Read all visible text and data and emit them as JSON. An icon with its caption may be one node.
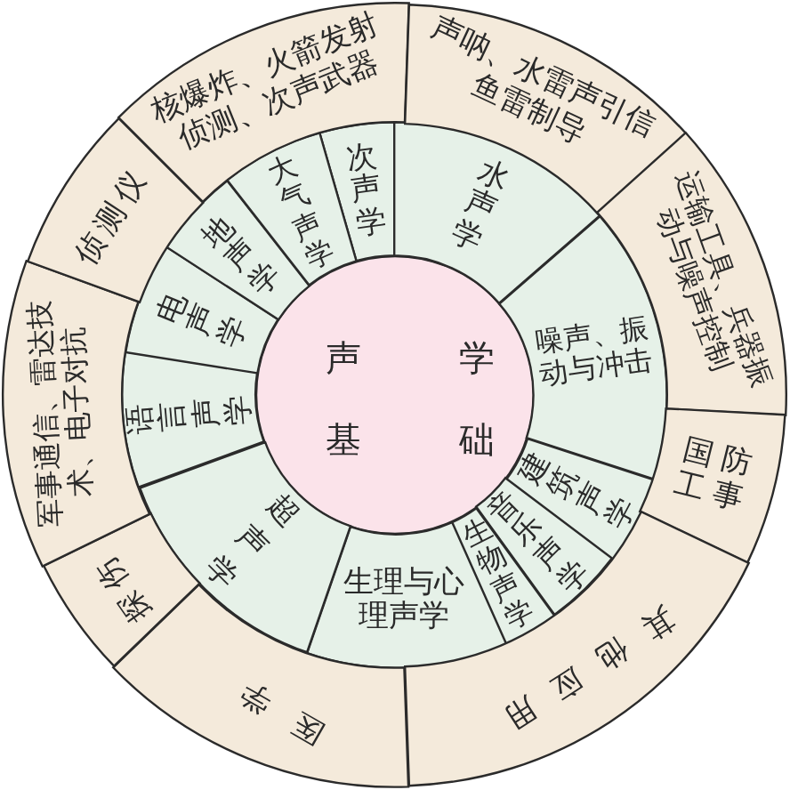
{
  "diagram": {
    "nodes": [
      {
        "text": [
          "声学基础"
        ]
      },
      {
        "text": [
          "次声学"
        ]
      },
      {
        "text": [
          "水声学"
        ]
      },
      {
        "text": [
          "噪声、振动与冲击"
        ]
      },
      {
        "text": [
          "建筑声学"
        ]
      },
      {
        "text": [
          "音乐声学"
        ]
      },
      {
        "text": [
          "生物声学"
        ]
      },
      {
        "text": [
          "生理与心理声学"
        ]
      },
      {
        "text": [
          "超声学"
        ]
      },
      {
        "text": [
          "语言声学"
        ]
      },
      {
        "text": [
          "电声学"
        ]
      },
      {
        "text": [
          "地声学"
        ]
      },
      {
        "text": [
          "大气声学"
        ]
      },
      {
        "text": [
          "核爆炸、火箭发射侦测、次声武器"
        ]
      },
      {
        "text": [
          "声呐、水雷声引信鱼雷制导"
        ]
      },
      {
        "text": [
          "运输工具、兵器振动与噪声控制"
        ]
      },
      {
        "text": [
          "国防工事"
        ]
      },
      {
        "text": [
          "其他应用"
        ]
      },
      {
        "text": [
          "医学"
        ]
      },
      {
        "text": [
          "探伤"
        ]
      },
      {
        "text": [
          "军事通信、雷达技术、电子对抗"
        ]
      },
      {
        "text": [
          "侦测仪"
        ]
      }
    ]
  }
}
